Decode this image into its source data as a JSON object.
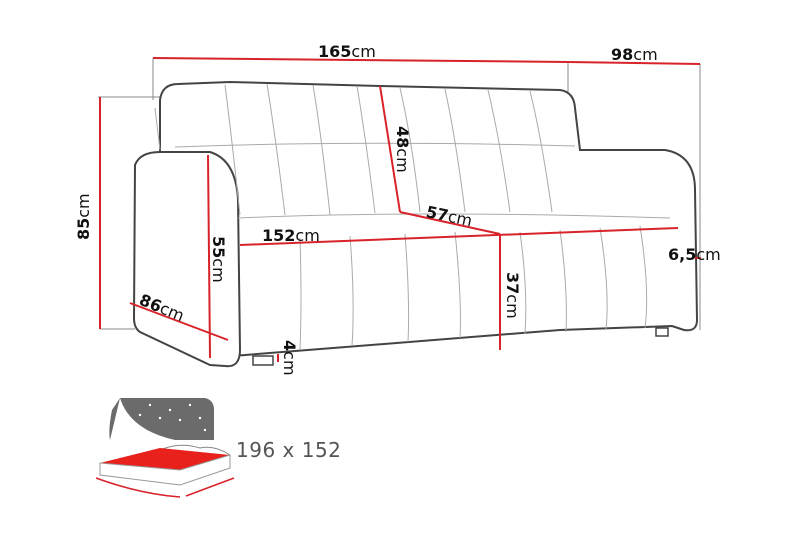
{
  "diagram": {
    "subject": "sofa bed dimensions",
    "unit": "cm",
    "colors": {
      "outline": "#444444",
      "seam": "#999999",
      "measure": "#d8232a",
      "guide": "#888888",
      "bed_red": "#e8211d",
      "bed_gray": "#6b6b6b"
    },
    "dimensions": {
      "total_width": {
        "value": "165",
        "unit": "cm"
      },
      "depth": {
        "value": "98",
        "unit": "cm"
      },
      "height": {
        "value": "85",
        "unit": "cm"
      },
      "armrest_height": {
        "value": "55",
        "unit": "cm"
      },
      "armrest_depth": {
        "value": "86",
        "unit": "cm"
      },
      "seat_width": {
        "value": "152",
        "unit": "cm"
      },
      "backrest_height": {
        "value": "48",
        "unit": "cm"
      },
      "seat_depth": {
        "value": "57",
        "unit": "cm"
      },
      "seat_height": {
        "value": "37",
        "unit": "cm"
      },
      "leg_height": {
        "value": "4",
        "unit": "cm"
      },
      "cushion_thickness": {
        "value": "6,5",
        "unit": "cm"
      }
    },
    "sleeping_area": {
      "label": "196 x 152",
      "icon": "bed-icon"
    }
  }
}
